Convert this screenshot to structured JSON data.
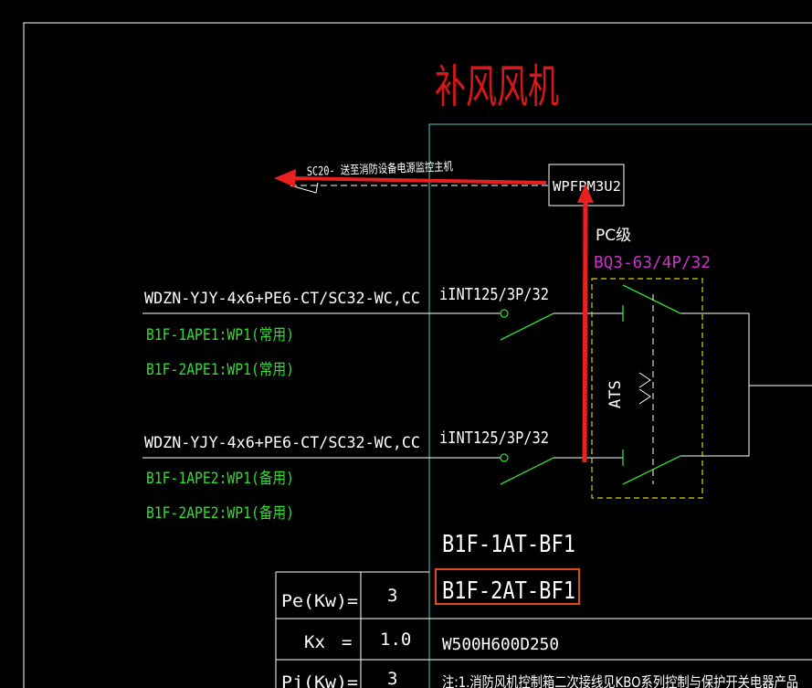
{
  "title": "补风风机",
  "control_line_label": "SC20- 送至消防设备电源监控主机",
  "monitor_module": "WPFPM3U2",
  "pc_class": "PC级",
  "ats_breaker": "BQ3-63/4P/32",
  "ats_label": "ATS",
  "feeder1": {
    "cable": "WDZN-YJY-4x6+PE6-CT/SC32-WC,CC",
    "breaker": "iINT125/3P/32",
    "source_a": "B1F-1APE1:WP1(常用)",
    "source_b": "B1F-2APE1:WP1(常用)"
  },
  "feeder2": {
    "cable": "WDZN-YJY-4x6+PE6-CT/SC32-WC,CC",
    "breaker": "iINT125/3P/32",
    "source_a": "B1F-1APE2:WP1(备用)",
    "source_b": "B1F-2APE2:WP1(备用)"
  },
  "panel_names": [
    "B1F-1AT-BF1",
    "B1F-2AT-BF1"
  ],
  "table": {
    "pe_label": "Pe(Kw)=",
    "pe_value": "3",
    "kx_label": "Kx",
    "kx_eq": "=",
    "kx_value": "1.0",
    "pj_label": "Pj(Kw)=",
    "pj_value": "3",
    "dimensions": "W500H600D250",
    "note": "注:1.消防风机控制箱二次接线见KBO系列控制与保护开关电器产品"
  },
  "colors": {
    "background": "#000000",
    "title": "#d81818",
    "source_text": "#33dd33",
    "breaker_spec": "#cc33cc",
    "frame": "#4fc8c8",
    "ats_box": "#e0d020",
    "highlight_box": "#e04a18",
    "arrow": "#e82020"
  }
}
